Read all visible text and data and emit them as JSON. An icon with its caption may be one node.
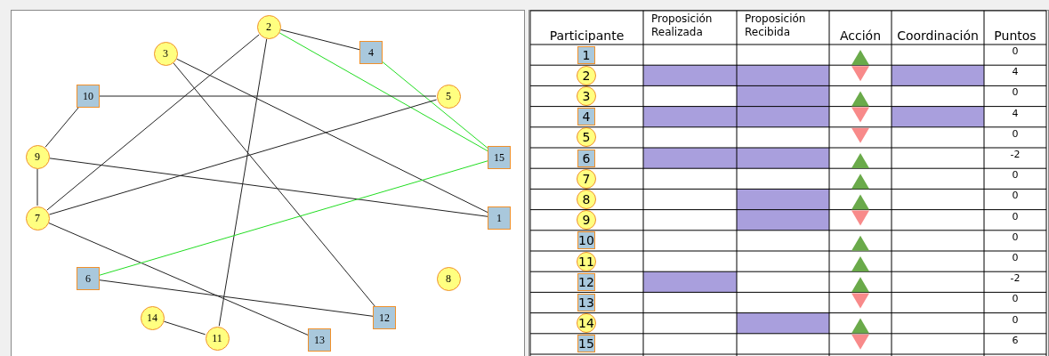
{
  "diagram": {
    "nodes": [
      {
        "text": [
          "1"
        ]
      },
      {
        "text": [
          "2"
        ]
      },
      {
        "text": [
          "3"
        ]
      },
      {
        "text": [
          "4"
        ]
      },
      {
        "text": [
          "5"
        ]
      },
      {
        "text": [
          "6"
        ]
      },
      {
        "text": [
          "7"
        ]
      },
      {
        "text": [
          "8"
        ]
      },
      {
        "text": [
          "9"
        ]
      },
      {
        "text": [
          "10"
        ]
      },
      {
        "text": [
          "11"
        ]
      },
      {
        "text": [
          "12"
        ]
      },
      {
        "text": [
          "13"
        ]
      },
      {
        "text": [
          "14"
        ]
      },
      {
        "text": [
          "15"
        ]
      }
    ],
    "edges": [
      {
        "from": 1,
        "to": 3,
        "arrow": "none"
      },
      {
        "from": 1,
        "to": 14,
        "arrow": "none",
        "color": "#22dd22"
      },
      {
        "from": 3,
        "to": 14,
        "arrow": "none",
        "color": "#22dd22"
      },
      {
        "from": 1,
        "to": 6,
        "arrow": "none"
      },
      {
        "from": 1,
        "to": 10,
        "arrow": "none"
      },
      {
        "from": 2,
        "to": 0,
        "arrow": "none"
      },
      {
        "from": 2,
        "to": 11,
        "arrow": "none"
      },
      {
        "from": 9,
        "to": 4,
        "arrow": "none"
      },
      {
        "from": 9,
        "to": 8,
        "arrow": "none"
      },
      {
        "from": 8,
        "to": 6,
        "arrow": "none"
      },
      {
        "from": 8,
        "to": 0,
        "arrow": "none"
      },
      {
        "from": 6,
        "to": 4,
        "arrow": "none"
      },
      {
        "from": 6,
        "to": 12,
        "arrow": "none"
      },
      {
        "from": 5,
        "to": 14,
        "arrow": "none",
        "color": "#22dd22"
      },
      {
        "from": 5,
        "to": 11,
        "arrow": "none"
      },
      {
        "from": 13,
        "to": 10,
        "arrow": "none"
      }
    ],
    "labels": [
      "Participante",
      "Proposición Realizada",
      "Proposición Recibida",
      "Acción",
      "Coordinación",
      "Puntos",
      "1",
      "0",
      "2",
      "4",
      "3",
      "0",
      "4",
      "4",
      "5",
      "0",
      "6",
      "-2",
      "7",
      "0",
      "8",
      "0",
      "9",
      "0",
      "10",
      "0",
      "11",
      "0",
      "12",
      "-2",
      "13",
      "0",
      "14",
      "0",
      "15",
      "6"
    ]
  }
}
